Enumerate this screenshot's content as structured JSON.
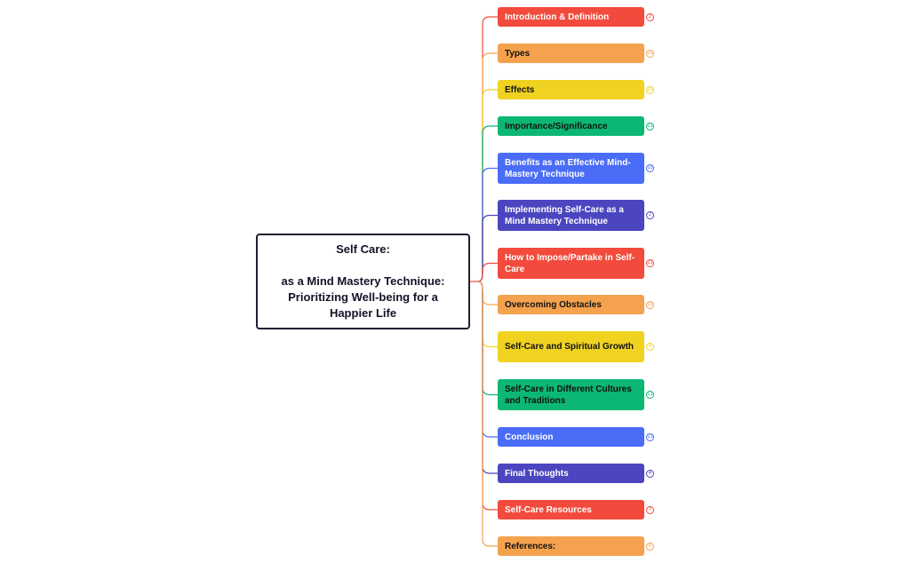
{
  "root": {
    "title": "Self Care:\n\nas a Mind Mastery Technique: Prioritizing Well-being for a Happier Life"
  },
  "topics": [
    {
      "label": "Introduction & Definition",
      "bg": "#f24a3c",
      "fg": "#ffffff",
      "count": "2"
    },
    {
      "label": "Types",
      "bg": "#f5a24e",
      "fg": "#111111",
      "count": "10"
    },
    {
      "label": "Effects",
      "bg": "#f0d321",
      "fg": "#111111",
      "count": "10"
    },
    {
      "label": "Importance/Significance",
      "bg": "#0cb774",
      "fg": "#111111",
      "count": "11"
    },
    {
      "label": "Benefits as an Effective Mind-Mastery Technique",
      "bg": "#4a6cf7",
      "fg": "#ffffff",
      "count": "10"
    },
    {
      "label": "Implementing Self-Care as a Mind Mastery Technique",
      "bg": "#4b46c0",
      "fg": "#ffffff",
      "count": "2"
    },
    {
      "label": "How to Impose/Partake in Self-Care",
      "bg": "#f24a3c",
      "fg": "#ffffff",
      "count": "21"
    },
    {
      "label": "Overcoming Obstacles",
      "bg": "#f5a24e",
      "fg": "#111111",
      "count": "10"
    },
    {
      "label": "Self-Care and Spiritual Growth",
      "bg": "#f0d321",
      "fg": "#111111",
      "count": "4"
    },
    {
      "label": "Self-Care in Different Cultures and Traditions",
      "bg": "#0cb774",
      "fg": "#111111",
      "count": "12"
    },
    {
      "label": "Conclusion",
      "bg": "#4a6cf7",
      "fg": "#ffffff",
      "count": "13"
    },
    {
      "label": "Final Thoughts",
      "bg": "#4b46c0",
      "fg": "#ffffff",
      "count": "4"
    },
    {
      "label": "Self-Care Resources",
      "bg": "#f24a3c",
      "fg": "#ffffff",
      "count": "7"
    },
    {
      "label": "References:",
      "bg": "#f5a24e",
      "fg": "#111111",
      "count": "6"
    }
  ]
}
